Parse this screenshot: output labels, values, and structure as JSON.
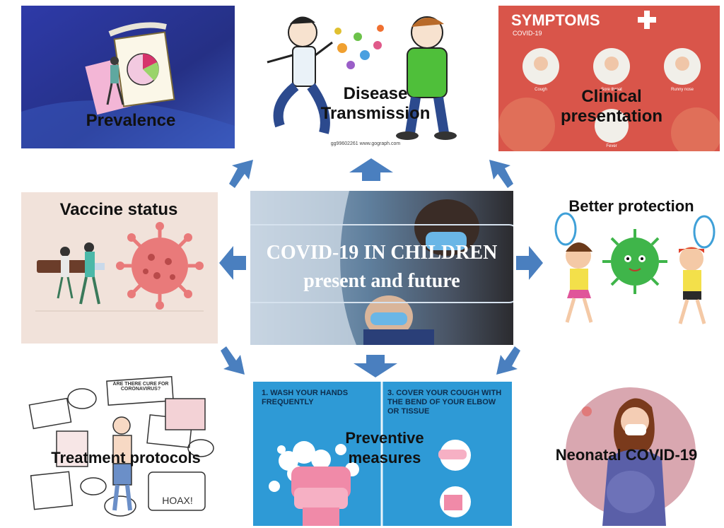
{
  "center": {
    "line1": "COVID-19 IN CHILDREN",
    "line2": "present and future"
  },
  "topics": {
    "prevalence": "Prevalence",
    "transmission_line1": "Disease",
    "transmission_line2": "Transmission",
    "transmission_watermark": "gg99602261 www.gograph.com",
    "clinical_line1": "Clinical",
    "clinical_line2": "presentation",
    "vaccine": "Vaccine status",
    "protection": "Better protection",
    "treatment": "Treatment protocols",
    "preventive_line1": "Preventive",
    "preventive_line2": "measures",
    "neonatal": "Neonatal COVID-19"
  },
  "symptoms_card": {
    "title": "SYMPTOMS",
    "subtitle": "COVID-19",
    "items": [
      "Cough",
      "Sore throat",
      "Runny nose",
      "Fever"
    ]
  },
  "preventive_card": {
    "step1": "1. WASH YOUR HANDS FREQUENTLY",
    "step3": "3. COVER YOUR COUGH WITH THE BEND OF YOUR ELBOW OR TISSUE"
  },
  "treatment_card": {
    "bubble": "ARE THERE CURE FOR CORONAVIRUS?",
    "note": "HOAX!"
  },
  "colors": {
    "arrow": "#4a7fbf",
    "prevalence_bg": "#2a2f8f",
    "symptoms_bg": "#d9554a",
    "vaccine_bg": "#f1e2da",
    "preventive_bg": "#2e9ad6",
    "neonatal_bg": "#ffffff"
  }
}
